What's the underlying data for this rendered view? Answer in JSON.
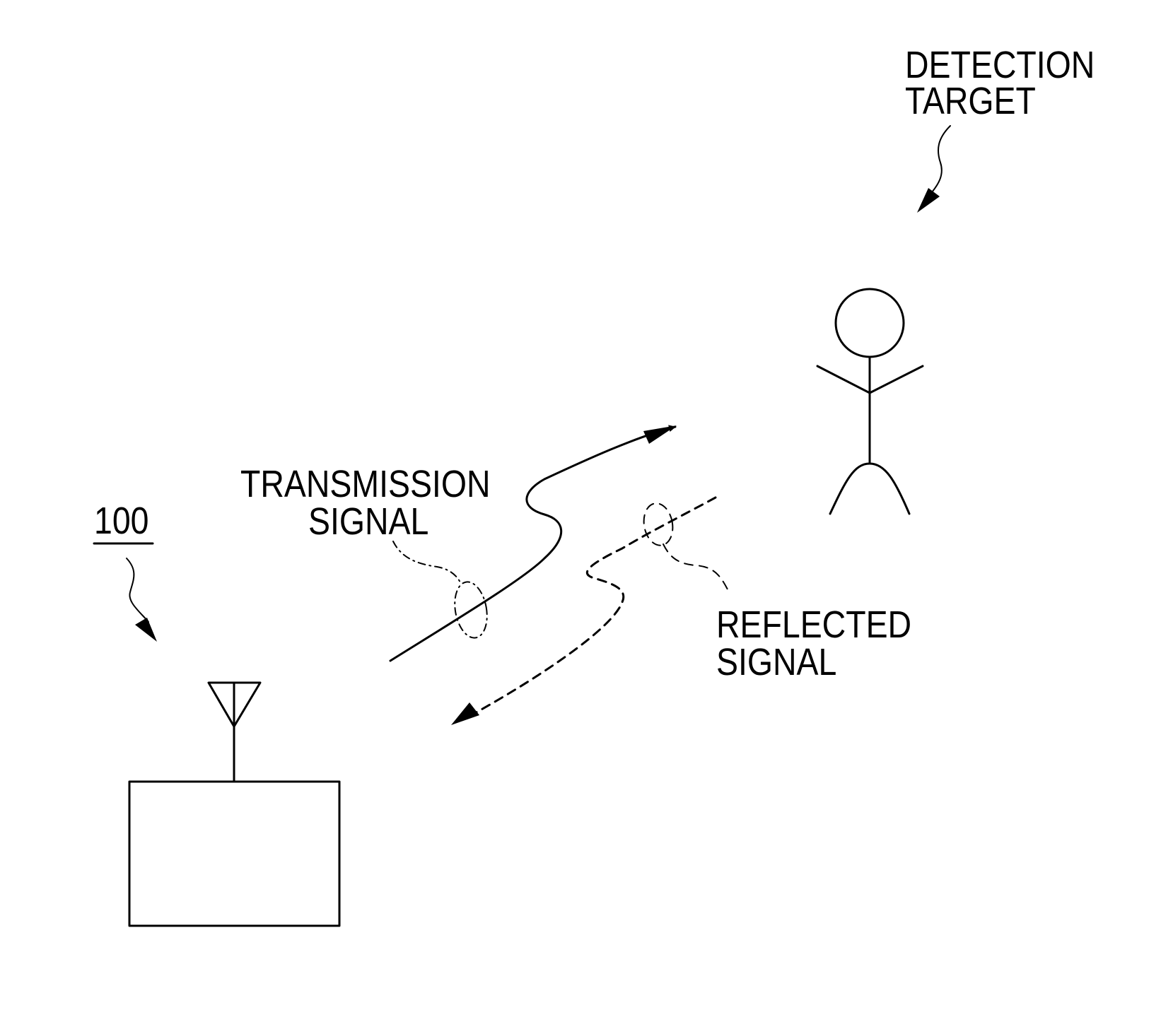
{
  "labels": {
    "device_ref": "100",
    "detection_target_line1": "DETECTION",
    "detection_target_line2": "TARGET",
    "transmission_signal_line1": "TRANSMISSION",
    "transmission_signal_line2": "SIGNAL",
    "reflected_signal_line1": "REFLECTED",
    "reflected_signal_line2": "SIGNAL"
  },
  "colors": {
    "ink": "#000000",
    "background": "#ffffff"
  }
}
